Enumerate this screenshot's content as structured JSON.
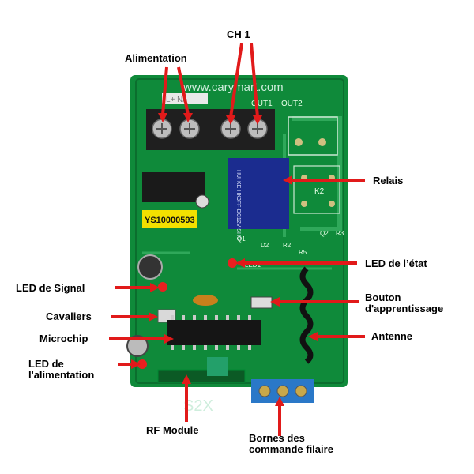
{
  "board": {
    "silk_top": "www.carymart.com",
    "terminal_marks": "L+  N/-",
    "out_labels": [
      "OUT1",
      "OUT2"
    ],
    "relay_text": "HUI KE HK3FF-DC12V-SHG",
    "k2": "K2",
    "chip_label": "YS10000593",
    "model": "S2X",
    "small_marks": [
      "Q2",
      "R3",
      "R5",
      "D2",
      "Q1",
      "R2",
      "LED1"
    ]
  },
  "labels": {
    "ch1": "CH 1",
    "alimentation": "Alimentation",
    "relais": "Relais",
    "led_etat": "LED de l’état",
    "led_signal": "LED de Signal",
    "bouton": "Bouton\nd'apprentissage",
    "cavaliers": "Cavaliers",
    "antenne": "Antenne",
    "microchip": "Microchip",
    "led_alim": "LED de\nl'alimentation",
    "rf_module": "RF Module",
    "bornes": "Bornes des\ncommande filaire"
  },
  "colors": {
    "pcb": "#0f8a3a",
    "pcb_dark": "#0b6e2e",
    "arrow": "#e11a1a",
    "terminal": "#1f1f1f",
    "relay": "#1b2c8f",
    "blue_terminal": "#2a78c8"
  }
}
